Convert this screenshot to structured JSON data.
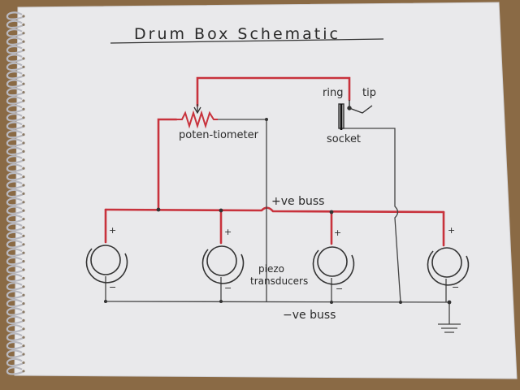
{
  "title": "Drum Box Schematic",
  "labels": {
    "potentiometer": "poten-tiometer",
    "ring": "ring",
    "tip": "tip",
    "socket": "socket",
    "positive_buss": "+ve buss",
    "negative_buss": "−ve buss",
    "piezo_line1": "piezo",
    "piezo_line2": "transducers"
  },
  "polarity": {
    "plus": "+",
    "minus": "−"
  },
  "transducer_count": 4,
  "colors": {
    "paper": "#e9e9eb",
    "wood": "#8a6a45",
    "positive_wire": "#c8323c",
    "ink": "#2a2a2a"
  }
}
